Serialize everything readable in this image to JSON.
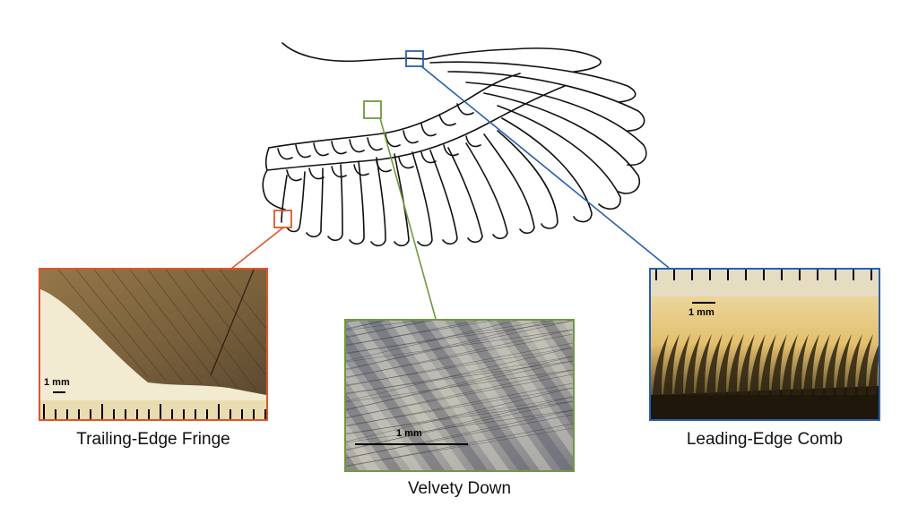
{
  "colors": {
    "trailing": "#e0552b",
    "velvety": "#6f9a3c",
    "leading": "#2a5fb0",
    "outline": "#111111"
  },
  "panels": {
    "trailing": {
      "caption": "Trailing-Edge Fringe",
      "scale_label": "1 mm"
    },
    "velvety": {
      "caption": "Velvety Down",
      "scale_label": "1 mm"
    },
    "leading": {
      "caption": "Leading-Edge Comb",
      "scale_label": "1 mm"
    }
  }
}
